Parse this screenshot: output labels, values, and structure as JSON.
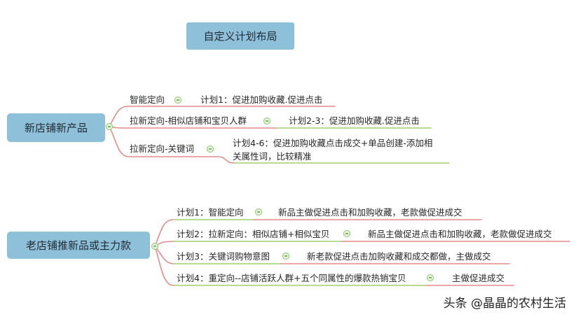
{
  "title": "自定义计划布局",
  "colors": {
    "node_fill": "#8fc0da",
    "branch_red": "#e58c8c",
    "branch_green": "#9fd06e",
    "collapse_green": "#86c46a"
  },
  "map1": {
    "root": "新店铺新产品",
    "branches": [
      {
        "label": "智能定向",
        "child": "计划1：促进加购收藏.促进点击"
      },
      {
        "label": "拉新定向-相似店铺和宝贝人群",
        "child": "计划2-3：促进加购收藏.促进点击"
      },
      {
        "label": "拉新定向-关键词",
        "child_line1": "计划4-6：促进加购收藏点击成交+单品创建-添加相",
        "child_line2": "关属性词，比较精准"
      }
    ]
  },
  "map2": {
    "root": "老店铺推新品或主力款",
    "branches": [
      {
        "label": "计划1：智能定向",
        "child": "新品主做促进点击和加购收藏，老款做促进成交"
      },
      {
        "label": "计划2：拉新定向：相似店铺+相似宝贝",
        "child": "新品主做促进点击和加购收藏，老款做促进成交"
      },
      {
        "label": "计划3：关键词购物意图",
        "child": "新老款促进点击加购收藏和成交都做，主做成交"
      },
      {
        "label": "计划4：重定向--店铺活跃人群+五个同属性的爆款热销宝贝",
        "child": "主做促进成交"
      }
    ]
  },
  "watermark": "头条 @晶晶的农村生活"
}
